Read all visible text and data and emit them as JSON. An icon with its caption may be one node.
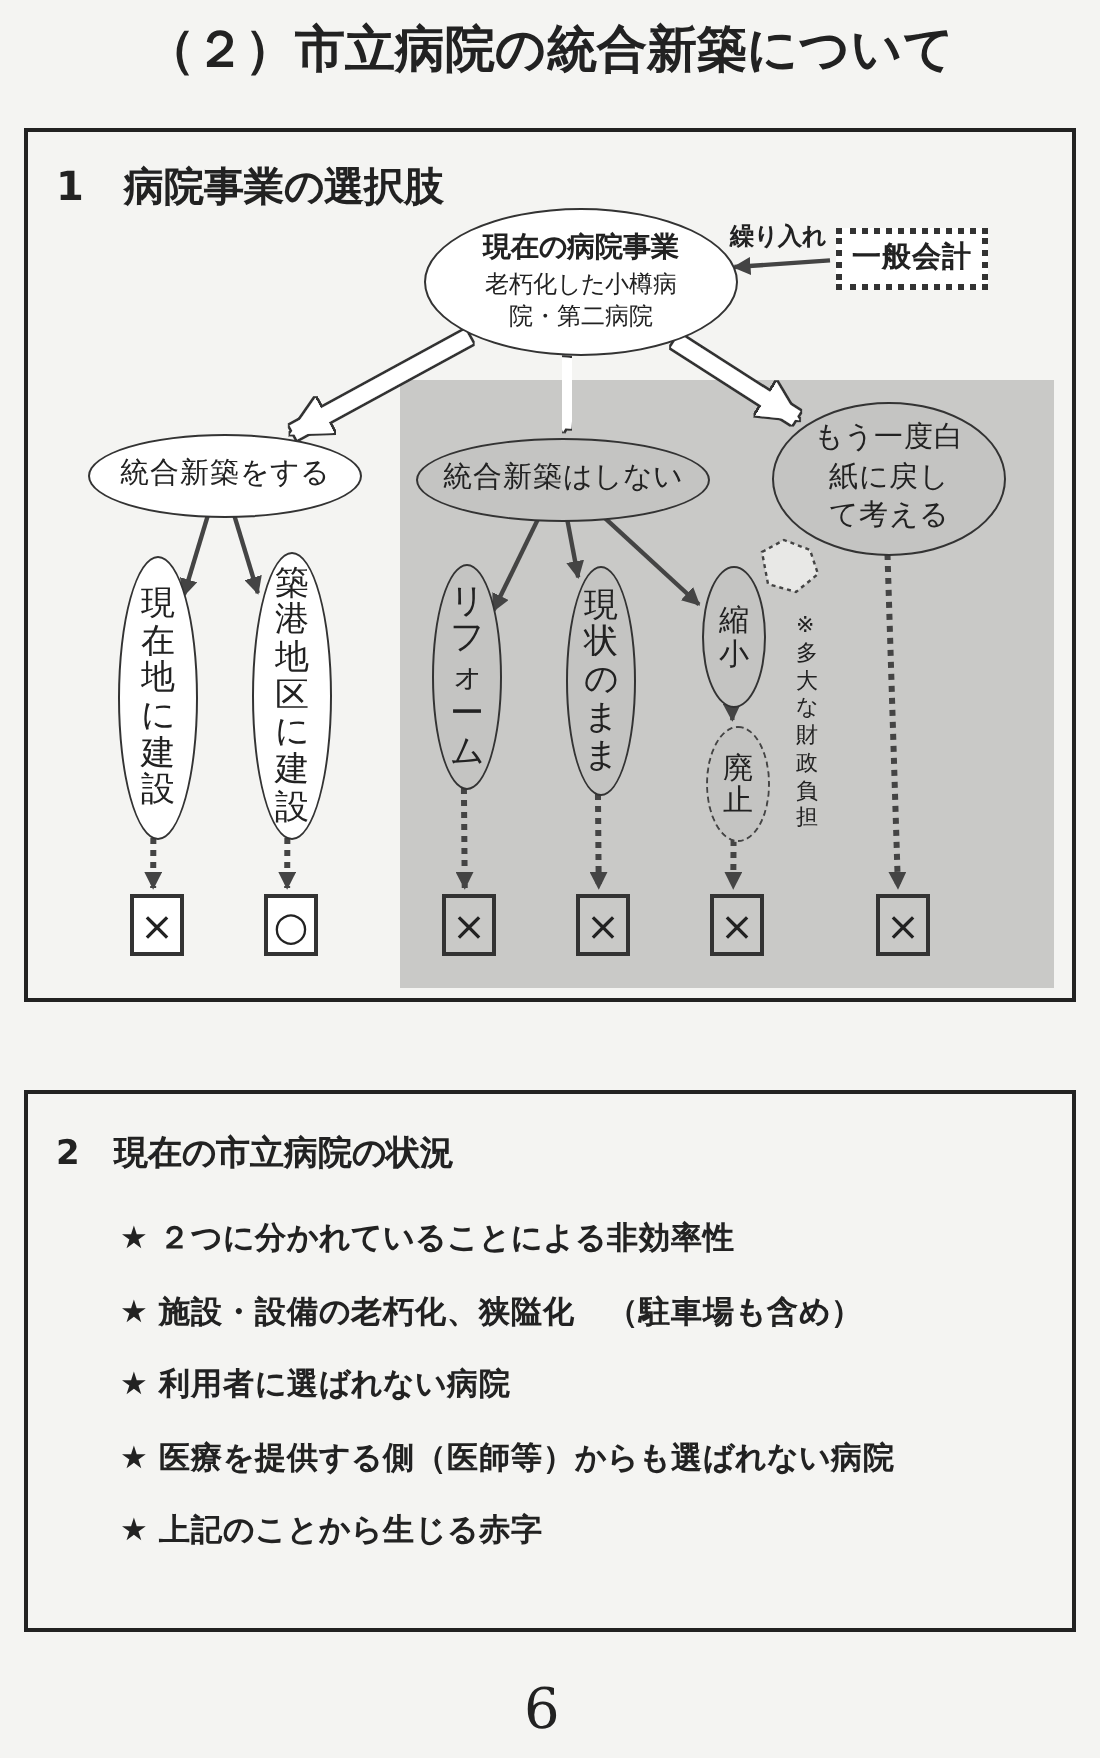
{
  "diagram": {
    "title": "（２）市立病院の統合新築について",
    "nodes": [
      {
        "text": [
          "1　病院事業の選択肢"
        ]
      },
      {
        "text": [
          "現在の病院事業",
          "老朽化した小樽病院・第二病院"
        ],
        "in": 0
      },
      {
        "text": [
          "一般会計"
        ],
        "in": 0
      },
      {
        "text": [
          "統合新築をする"
        ],
        "in": 0
      },
      {
        "text": [
          "統合新築はしない"
        ],
        "in": 0
      },
      {
        "text": [
          "もう一度白紙に戻して考える"
        ],
        "in": 0
      },
      {
        "text": [
          "現在地に建設"
        ],
        "in": 0
      },
      {
        "text": [
          "築港地区に建設"
        ],
        "in": 0
      },
      {
        "text": [
          "リフォーム"
        ],
        "in": 0
      },
      {
        "text": [
          "現状のまま"
        ],
        "in": 0
      },
      {
        "text": [
          "縮小"
        ],
        "in": 0
      },
      {
        "text": [
          "廃止"
        ],
        "in": 0
      },
      {
        "text": [
          "×"
        ],
        "in": 0
      },
      {
        "text": [
          "○"
        ],
        "in": 0
      },
      {
        "text": [
          "×"
        ],
        "in": 0
      },
      {
        "text": [
          "×"
        ],
        "in": 0
      },
      {
        "text": [
          "×"
        ],
        "in": 0
      },
      {
        "text": [
          "×"
        ],
        "in": 0
      },
      {
        "text": [
          "2　現在の市立病院の状況",
          "★ ２つに分かれていることによる非効率性",
          "★ 施設・設備の老朽化、狭隘化　（駐車場も含め）",
          "★ 利用者に選ばれない病院",
          "★ 医療を提供する側（医師等）からも選ばれない病院",
          "★ 上記のことから生じる赤字"
        ]
      }
    ],
    "edges": [
      {
        "from": 2,
        "to": 1,
        "arrow": "to",
        "label": "繰り入れ"
      },
      {
        "from": 1,
        "to": 3,
        "arrow": "to",
        "style": "thick",
        "color": "#ffffff"
      },
      {
        "from": 1,
        "to": 4,
        "arrow": "to",
        "style": "thick",
        "color": "#ffffff"
      },
      {
        "from": 1,
        "to": 5,
        "arrow": "to",
        "style": "thick",
        "color": "#ffffff"
      },
      {
        "from": 3,
        "to": 6,
        "arrow": "to"
      },
      {
        "from": 3,
        "to": 7,
        "arrow": "to"
      },
      {
        "from": 4,
        "to": 8,
        "arrow": "to"
      },
      {
        "from": 4,
        "to": 9,
        "arrow": "to"
      },
      {
        "from": 4,
        "to": 10,
        "arrow": "to"
      },
      {
        "from": 10,
        "to": 11,
        "arrow": "to"
      },
      {
        "from": 6,
        "to": 12,
        "arrow": "to",
        "style": "dashed"
      },
      {
        "from": 7,
        "to": 13,
        "arrow": "to",
        "style": "dashed"
      },
      {
        "from": 8,
        "to": 14,
        "arrow": "to",
        "style": "dashed"
      },
      {
        "from": 9,
        "to": 15,
        "arrow": "to",
        "style": "dashed"
      },
      {
        "from": 11,
        "to": 16,
        "arrow": "to",
        "style": "dashed"
      },
      {
        "from": 5,
        "to": 17,
        "arrow": "to",
        "style": "dashed"
      }
    ],
    "labels": [
      "※多大な財政負担",
      "6"
    ]
  }
}
